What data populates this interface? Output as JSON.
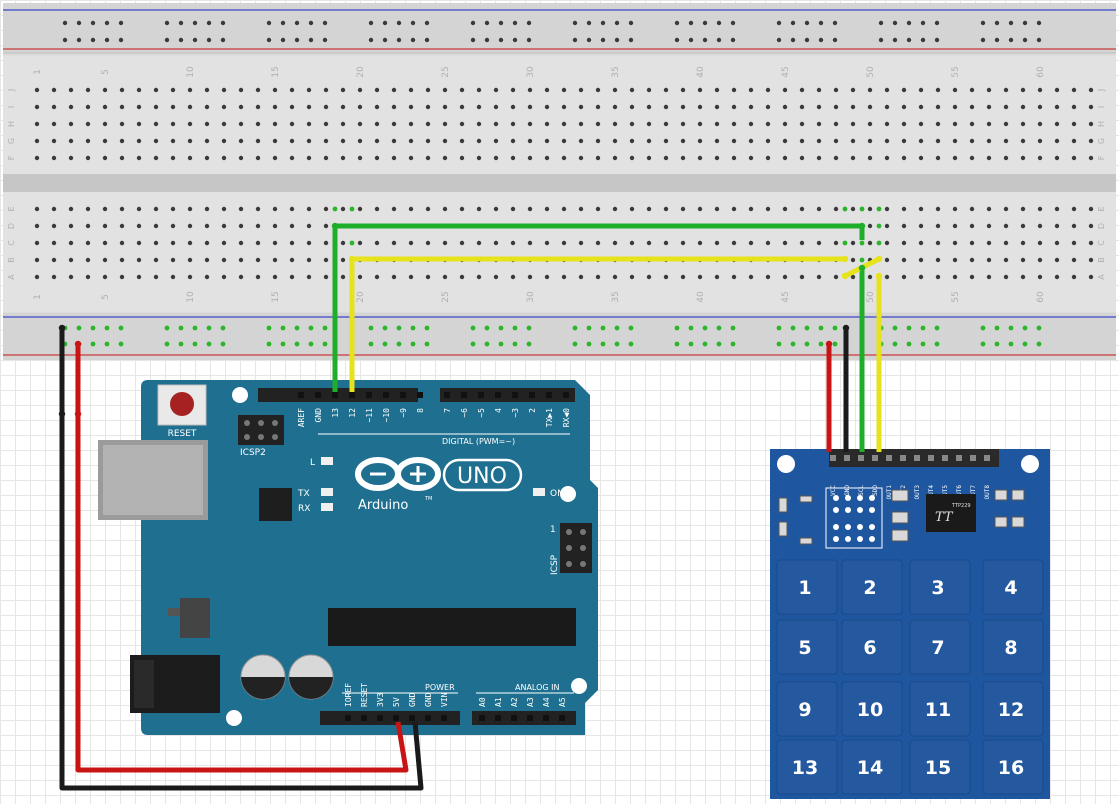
{
  "breadboard": {
    "column_numbers": [
      "1",
      "5",
      "10",
      "15",
      "20",
      "25",
      "30",
      "35",
      "40",
      "45",
      "50",
      "55",
      "60"
    ],
    "rows_top": [
      "J",
      "I",
      "H",
      "G",
      "F"
    ],
    "rows_bottom": [
      "E",
      "D",
      "C",
      "B",
      "A"
    ]
  },
  "arduino": {
    "reset_label": "RESET",
    "icsp2_label": "ICSP2",
    "icsp_label": "ICSP",
    "icsp_pin1": "1",
    "l_label": "L",
    "tx_label": "TX",
    "rx_label": "RX",
    "on_label": "ON",
    "brand": "Arduino",
    "tm": "TM",
    "model": "UNO",
    "digital_label": "DIGITAL (PWM=~)",
    "power_label": "POWER",
    "analog_label": "ANALOG IN",
    "digital_pins_left": [
      "AREF",
      "GND",
      "13",
      "12",
      "~11",
      "~10",
      "~9",
      "8"
    ],
    "digital_pins_right": [
      "7",
      "~6",
      "~5",
      "4",
      "~3",
      "2",
      "TX▶1",
      "RX◀0"
    ],
    "power_pins": [
      "IOREF",
      "RESET",
      "3V3",
      "5V",
      "GND",
      "GND",
      "VIN"
    ],
    "analog_pins": [
      "A0",
      "A1",
      "A2",
      "A3",
      "A4",
      "A5"
    ]
  },
  "keypad": {
    "chip_logo": "TT",
    "chip_text": "TTP229",
    "header_pins": [
      "VCC",
      "GND",
      "SCL",
      "SDO",
      "OUT1",
      "OUT2",
      "OUT3",
      "OUT4",
      "OUT5",
      "OUT6",
      "OUT7",
      "OUT8"
    ],
    "keys": [
      "1",
      "2",
      "3",
      "4",
      "5",
      "6",
      "7",
      "8",
      "9",
      "10",
      "11",
      "12",
      "13",
      "14",
      "15",
      "16"
    ]
  },
  "colors": {
    "board_blue": "#1f7090",
    "keypad_blue": "#1e56a0",
    "wire_red": "#c81414",
    "wire_black": "#1a1a1a",
    "wire_green": "#1fae2a",
    "wire_yellow": "#e6e21c"
  }
}
